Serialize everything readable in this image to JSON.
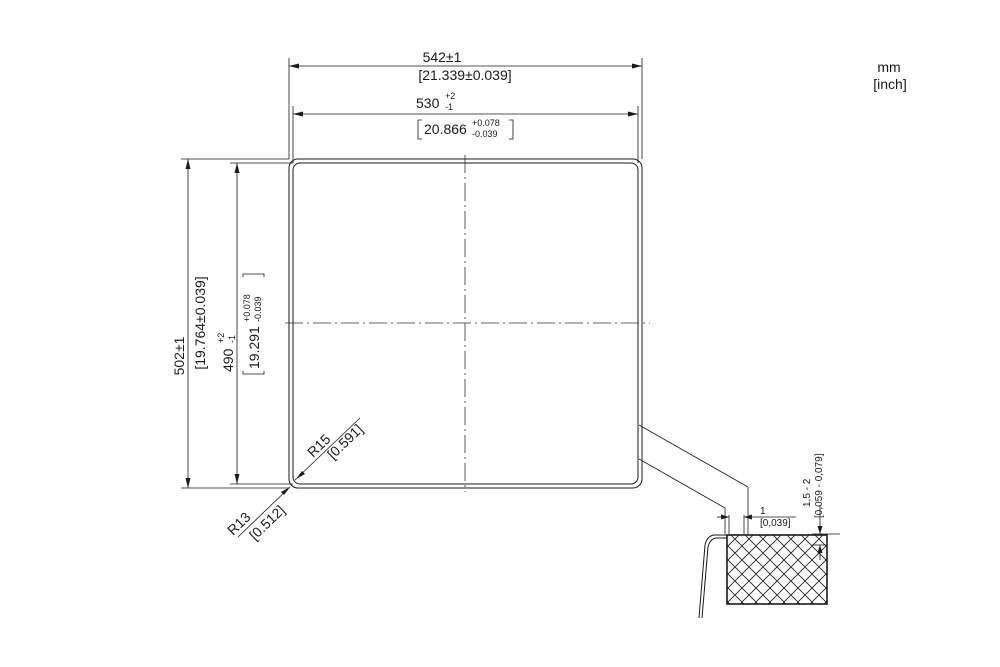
{
  "units": {
    "mm": "mm",
    "inch": "[inch]"
  },
  "dimensions": {
    "outer_width": {
      "mm": "542±1",
      "inch": "[21.339±0.039]"
    },
    "inner_width": {
      "mm": "530",
      "tol_plus": "+2",
      "tol_minus": "-1",
      "inch": "20.866",
      "inch_tol_plus": "+0.078",
      "inch_tol_minus": "-0.039"
    },
    "outer_height": {
      "mm": "502±1",
      "inch": "[19.764±0.039]"
    },
    "inner_height": {
      "mm": "490",
      "tol_plus": "+2",
      "tol_minus": "-1",
      "inch": "19.291",
      "inch_tol_plus": "+0.078",
      "inch_tol_minus": "-0.039"
    },
    "inner_radius": {
      "mm": "R15",
      "inch": "[0.591]"
    },
    "outer_radius": {
      "mm": "R13",
      "inch": "[0.512]"
    }
  },
  "detail": {
    "rim_gap": {
      "mm": "1",
      "inch": "[0,039]"
    },
    "rim_height": {
      "mm": "1,5 - 2",
      "inch": "[0,059 - 0,079]"
    }
  }
}
